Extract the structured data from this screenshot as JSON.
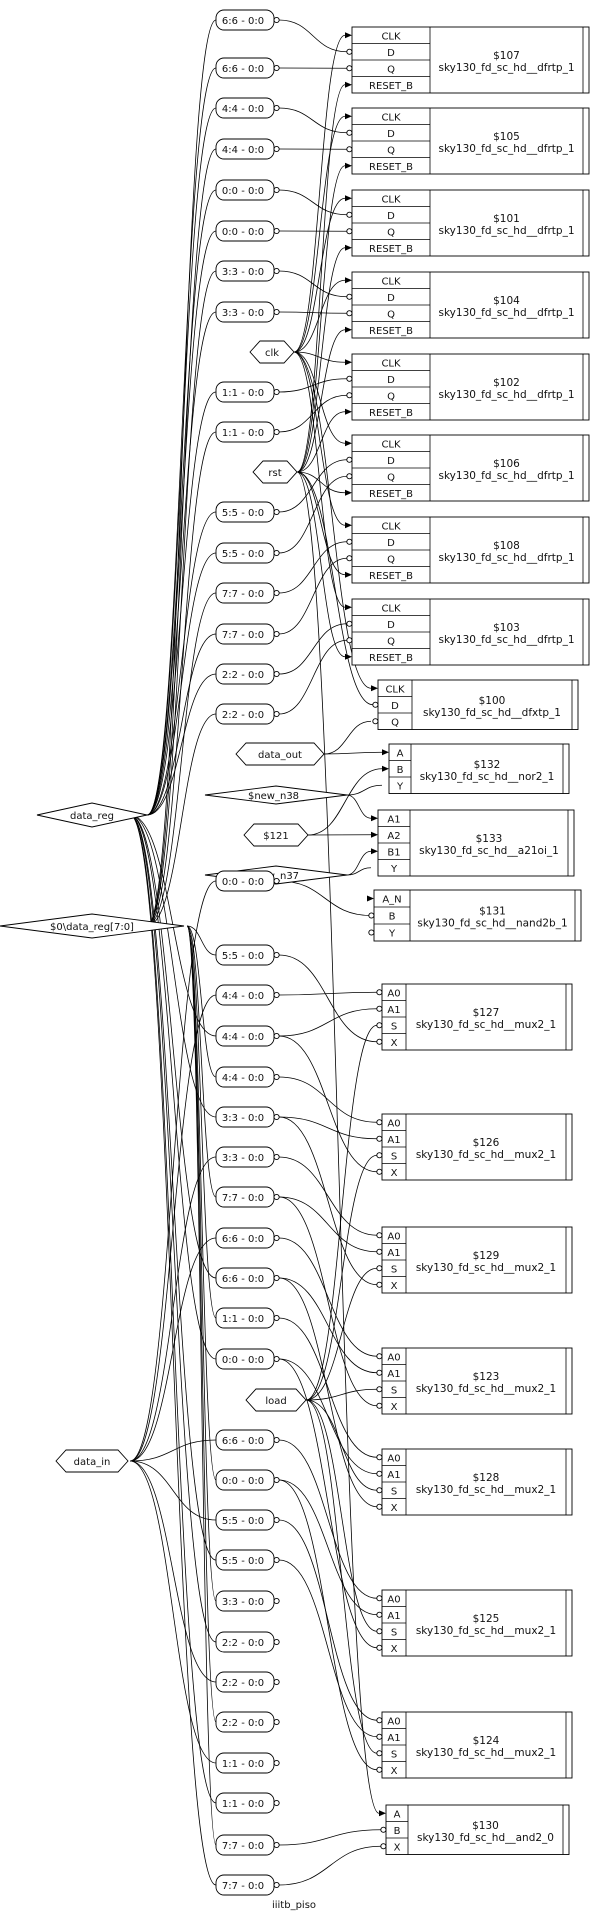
{
  "title": "iiitb_piso",
  "ports": [
    {
      "id": "clk",
      "label": "clk"
    },
    {
      "id": "rst",
      "label": "rst"
    },
    {
      "id": "load",
      "label": "load"
    },
    {
      "id": "data_out",
      "label": "data_out"
    },
    {
      "id": "data_reg",
      "label": "data_reg"
    },
    {
      "id": "data_reg_bus",
      "label": "$0\\data_reg[7:0]"
    },
    {
      "id": "data_in",
      "label": "data_in"
    },
    {
      "id": "new_n38",
      "label": "$new_n38_"
    },
    {
      "id": "new_n37",
      "label": "$new_n37_"
    },
    {
      "id": "c121",
      "label": "$121"
    }
  ],
  "slices_top": [
    "6:6 - 0:0",
    "6:6 - 0:0",
    "4:4 - 0:0",
    "4:4 - 0:0",
    "0:0 - 0:0",
    "0:0 - 0:0",
    "3:3 - 0:0",
    "3:3 - 0:0",
    "1:1 - 0:0",
    "1:1 - 0:0",
    "5:5 - 0:0",
    "5:5 - 0:0",
    "7:7 - 0:0",
    "7:7 - 0:0",
    "2:2 - 0:0",
    "2:2 - 0:0"
  ],
  "slices_bottom": [
    "0:0 - 0:0",
    "5:5 - 0:0",
    "4:4 - 0:0",
    "4:4 - 0:0",
    "4:4 - 0:0",
    "3:3 - 0:0",
    "3:3 - 0:0",
    "7:7 - 0:0",
    "6:6 - 0:0",
    "6:6 - 0:0",
    "1:1 - 0:0",
    "0:0 - 0:0",
    "6:6 - 0:0",
    "0:0 - 0:0",
    "5:5 - 0:0",
    "5:5 - 0:0",
    "3:3 - 0:0",
    "2:2 - 0:0",
    "2:2 - 0:0",
    "2:2 - 0:0",
    "1:1 - 0:0",
    "1:1 - 0:0",
    "7:7 - 0:0",
    "7:7 - 0:0"
  ],
  "dff_cells": [
    {
      "id": "$107",
      "type": "sky130_fd_sc_hd__dfrtp_1"
    },
    {
      "id": "$105",
      "type": "sky130_fd_sc_hd__dfrtp_1"
    },
    {
      "id": "$101",
      "type": "sky130_fd_sc_hd__dfrtp_1"
    },
    {
      "id": "$104",
      "type": "sky130_fd_sc_hd__dfrtp_1"
    },
    {
      "id": "$102",
      "type": "sky130_fd_sc_hd__dfrtp_1"
    },
    {
      "id": "$106",
      "type": "sky130_fd_sc_hd__dfrtp_1"
    },
    {
      "id": "$108",
      "type": "sky130_fd_sc_hd__dfrtp_1"
    },
    {
      "id": "$103",
      "type": "sky130_fd_sc_hd__dfrtp_1"
    }
  ],
  "dff_pins": [
    "CLK",
    "D",
    "Q",
    "RESET_B"
  ],
  "dfxtp": {
    "id": "$100",
    "type": "sky130_fd_sc_hd__dfxtp_1",
    "pins": [
      "CLK",
      "D",
      "Q"
    ]
  },
  "nor2": {
    "id": "$132",
    "type": "sky130_fd_sc_hd__nor2_1",
    "pins": [
      "A",
      "B",
      "Y"
    ]
  },
  "a21oi": {
    "id": "$133",
    "type": "sky130_fd_sc_hd__a21oi_1",
    "pins": [
      "A1",
      "A2",
      "B1",
      "Y"
    ]
  },
  "nand2b": {
    "id": "$131",
    "type": "sky130_fd_sc_hd__nand2b_1",
    "pins": [
      "A_N",
      "B",
      "Y"
    ]
  },
  "mux_cells": [
    {
      "id": "$127",
      "type": "sky130_fd_sc_hd__mux2_1"
    },
    {
      "id": "$126",
      "type": "sky130_fd_sc_hd__mux2_1"
    },
    {
      "id": "$129",
      "type": "sky130_fd_sc_hd__mux2_1"
    },
    {
      "id": "$123",
      "type": "sky130_fd_sc_hd__mux2_1"
    },
    {
      "id": "$128",
      "type": "sky130_fd_sc_hd__mux2_1"
    },
    {
      "id": "$125",
      "type": "sky130_fd_sc_hd__mux2_1"
    },
    {
      "id": "$124",
      "type": "sky130_fd_sc_hd__mux2_1"
    }
  ],
  "mux_pins": [
    "A0",
    "A1",
    "S",
    "X"
  ],
  "and2": {
    "id": "$130",
    "type": "sky130_fd_sc_hd__and2_0",
    "pins": [
      "A",
      "B",
      "X"
    ]
  }
}
